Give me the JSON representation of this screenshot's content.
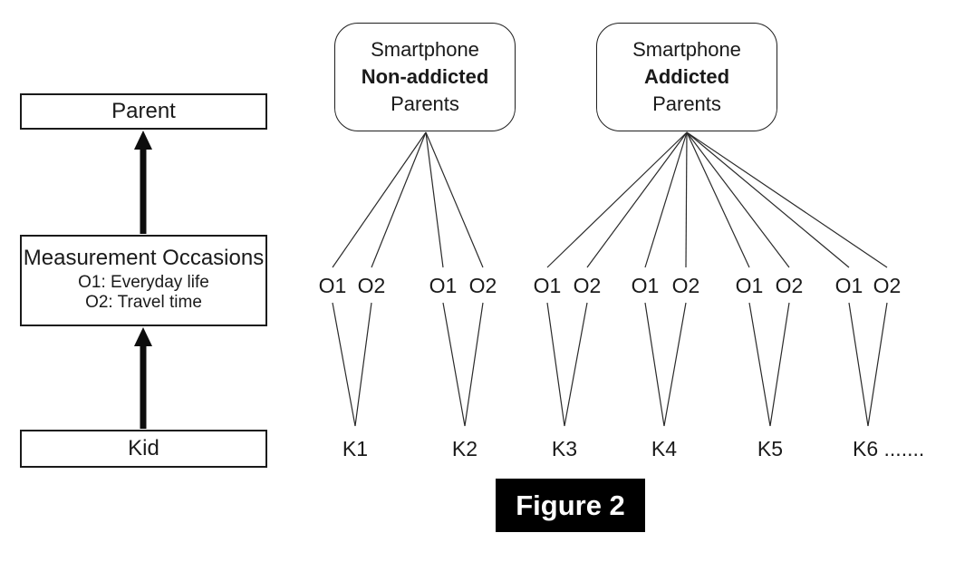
{
  "figure_caption": "Figure 2",
  "left_flow": {
    "parent_label": "Parent",
    "occasions_title": "Measurement Occasions",
    "occasion_items": [
      "O1: Everyday life",
      "O2: Travel time"
    ],
    "kid_label": "Kid"
  },
  "groups": [
    {
      "title_lines": [
        "Smartphone",
        "Non-addicted",
        "Parents"
      ],
      "kids": [
        {
          "label": "K1",
          "occasions": [
            "O1",
            "O2"
          ]
        },
        {
          "label": "K2",
          "occasions": [
            "O1",
            "O2"
          ]
        }
      ]
    },
    {
      "title_lines": [
        "Smartphone",
        "Addicted",
        "Parents"
      ],
      "kids": [
        {
          "label": "K3",
          "occasions": [
            "O1",
            "O2"
          ]
        },
        {
          "label": "K4",
          "occasions": [
            "O1",
            "O2"
          ]
        },
        {
          "label": "K5",
          "occasions": [
            "O1",
            "O2"
          ]
        },
        {
          "label": "K6 .......",
          "occasions": [
            "O1",
            "O2"
          ]
        }
      ]
    }
  ]
}
